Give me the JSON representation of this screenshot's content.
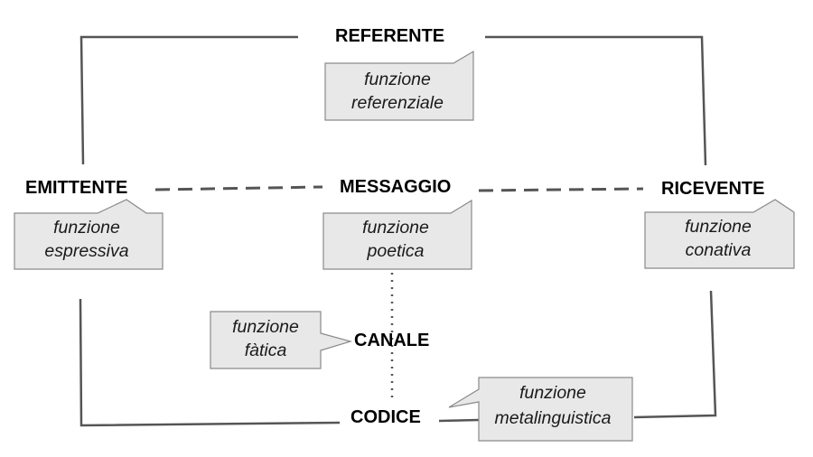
{
  "nodes": {
    "referente": "REFERENTE",
    "emittente": "EMITTENTE",
    "messaggio": "MESSAGGIO",
    "ricevente": "RICEVENTE",
    "canale": "CANALE",
    "codice": "CODICE"
  },
  "functions": {
    "referenziale": {
      "line1": "funzione",
      "line2": "referenziale"
    },
    "espressiva": {
      "line1": "funzione",
      "line2": "espressiva"
    },
    "poetica": {
      "line1": "funzione",
      "line2": "poetica"
    },
    "conativa": {
      "line1": "funzione",
      "line2": "conativa"
    },
    "fatica": {
      "line1": "funzione",
      "line2": "fàtica"
    },
    "metalinguistica": {
      "line1": "funzione",
      "line2": "metalinguistica"
    }
  },
  "colors": {
    "line": "#555555",
    "callout_fill": "#e8e8e8",
    "callout_stroke": "#8a8a8a",
    "text": "#000000"
  }
}
